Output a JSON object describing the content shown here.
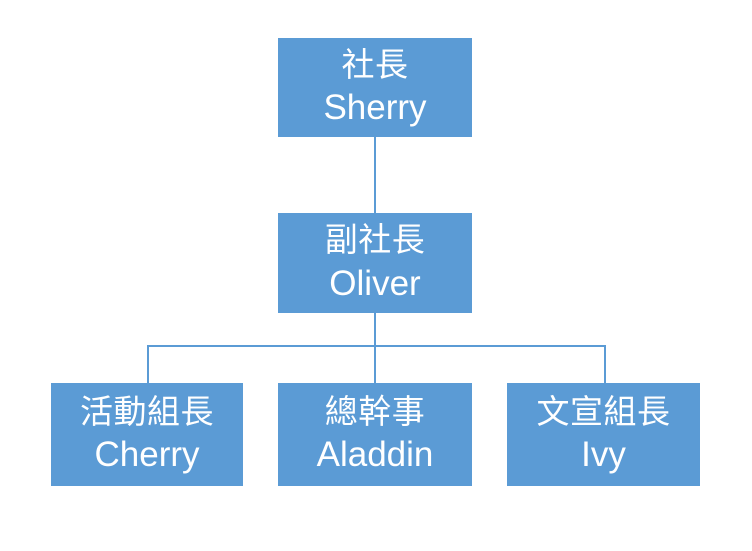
{
  "chart": {
    "type": "org-chart",
    "background_color": "#ffffff",
    "node_fill_color": "#5b9bd5",
    "node_text_color": "#ffffff",
    "connector_color": "#5b9bd5",
    "levels": 3,
    "nodes": [
      {
        "id": "president",
        "level": 1,
        "title": "社長",
        "name": "Sherry"
      },
      {
        "id": "vice-president",
        "level": 2,
        "title": "副社長",
        "name": "Oliver"
      },
      {
        "id": "activity-lead",
        "level": 3,
        "title": "活動組長",
        "name": "Cherry"
      },
      {
        "id": "secretary",
        "level": 3,
        "title": "總幹事",
        "name": "Aladdin"
      },
      {
        "id": "publicity-lead",
        "level": 3,
        "title": "文宣組長",
        "name": "Ivy"
      }
    ],
    "edges": [
      {
        "from": "president",
        "to": "vice-president"
      },
      {
        "from": "vice-president",
        "to": "activity-lead"
      },
      {
        "from": "vice-president",
        "to": "secretary"
      },
      {
        "from": "vice-president",
        "to": "publicity-lead"
      }
    ]
  }
}
